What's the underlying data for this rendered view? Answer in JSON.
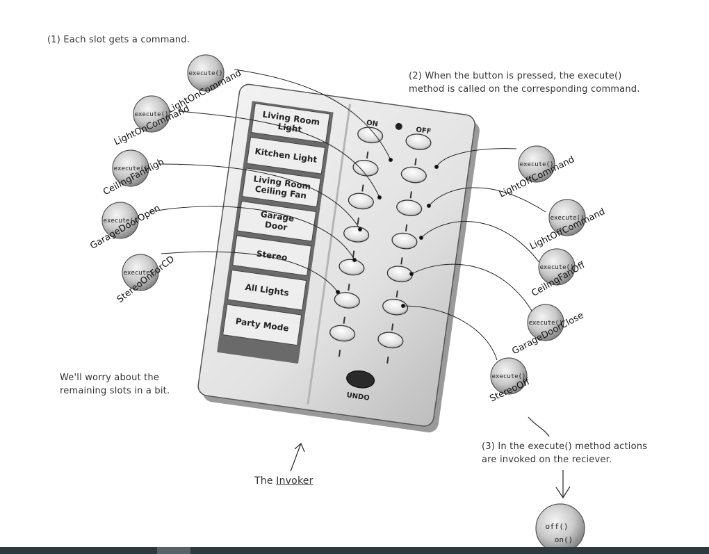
{
  "notes": {
    "slot_note": "(1) Each slot gets a command.",
    "press_note_1": "(2) When the button is pressed, the execute()",
    "press_note_2": "method is called on the corresponding command.",
    "remaining_note_1": "We'll worry about the",
    "remaining_note_2": "remaining slots in a bit.",
    "execute_note_1": "(3) In the execute() method actions",
    "execute_note_2": "are invoked on the reciever.",
    "invoker_prefix": "The ",
    "invoker_word": "Invoker"
  },
  "remote": {
    "on_label": "ON",
    "off_label": "OFF",
    "undo_label": "UNDO",
    "slots": [
      [
        "Living Room",
        "Light"
      ],
      [
        "Kitchen Light"
      ],
      [
        "Living Room",
        "Ceiling Fan"
      ],
      [
        "Garage",
        "Door"
      ],
      [
        "Stereo"
      ],
      [
        "All Lights"
      ],
      [
        "Party Mode"
      ]
    ]
  },
  "commands_left": [
    {
      "method": "execute()",
      "name": "LightOnCommand"
    },
    {
      "method": "execute()",
      "name": "LightOnCommand"
    },
    {
      "method": "execute()",
      "name": "CeilingFanHigh"
    },
    {
      "method": "execute()",
      "name": "GarageDoorOpen"
    },
    {
      "method": "execute()",
      "name": "StereoOnForCD"
    }
  ],
  "commands_right": [
    {
      "method": "execute()",
      "name": "LightOffCommand"
    },
    {
      "method": "execute()",
      "name": "LightOffCommand"
    },
    {
      "method": "execute()",
      "name": "CeilingFanOff"
    },
    {
      "method": "execute()",
      "name": "GarageDoorClose"
    },
    {
      "method": "execute()",
      "name": "StereoOff"
    }
  ],
  "receiver": {
    "line1": "off()",
    "line2": "on()"
  }
}
